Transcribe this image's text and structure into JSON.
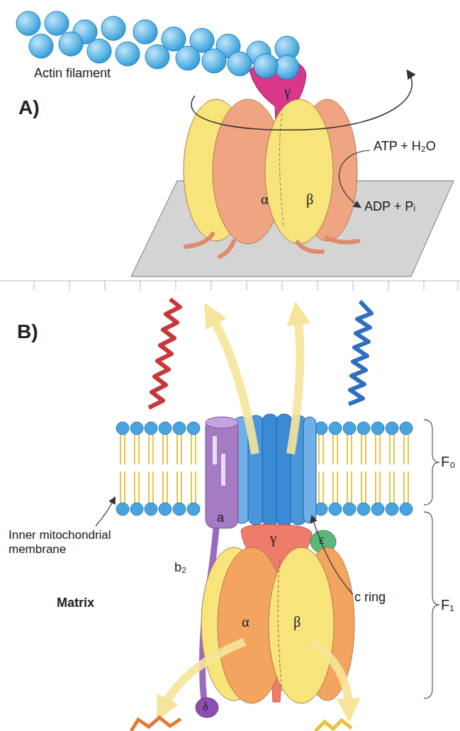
{
  "diagram": {
    "labels": [
      "Actin filament",
      "γ",
      "A)",
      "ATP + H₂O",
      "α",
      "β",
      "ADP + Pᵢ",
      "B)",
      "F₀",
      "a",
      "Inner mitochondrial membrane",
      "ε",
      "γ",
      "c ring",
      "b₂",
      "Matrix",
      "F₁",
      "α",
      "β",
      "δ"
    ]
  }
}
